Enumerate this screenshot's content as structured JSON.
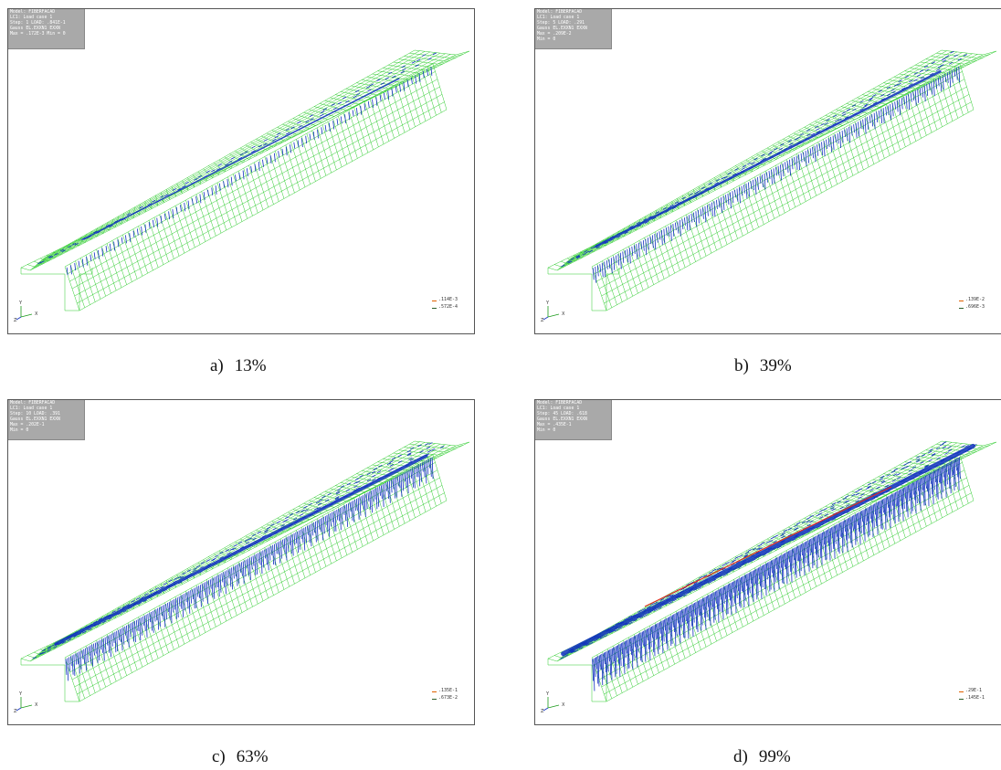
{
  "panels": [
    {
      "id": "a",
      "info_lines": [
        "Model: FIBERFACAD",
        "LC1: Load case 1",
        "Step: 1  LOAD: .841E-1",
        "Gauss EL.EXXN1 EXXN",
        "Max = .172E-3  Min = 0"
      ],
      "legend": [
        {
          "value": ".114E-3",
          "color": "#e06000"
        },
        {
          "value": ".572E-4",
          "color": "#2a5d2a"
        }
      ],
      "caption_letter": "a)",
      "caption_value": "13%",
      "crack_extent": 13
    },
    {
      "id": "b",
      "info_lines": [
        "Model: FIBERFACAD",
        "LC1: Load case 1",
        "Step: 5  LOAD: .291",
        "Gauss EL.EXXN1 EXXN",
        "Max = .209E-2",
        "Min = 0"
      ],
      "legend": [
        {
          "value": ".139E-2",
          "color": "#e06000"
        },
        {
          "value": ".696E-3",
          "color": "#2a5d2a"
        }
      ],
      "caption_letter": "b)",
      "caption_value": "39%",
      "crack_extent": 39
    },
    {
      "id": "c",
      "info_lines": [
        "Model: FIBERFACAD",
        "LC1: Load case 1",
        "Step: 10  LOAD: .391",
        "Gauss EL.EXXN1 EXXN",
        "Max = .202E-1",
        "Min = 0"
      ],
      "legend": [
        {
          "value": ".135E-1",
          "color": "#e06000"
        },
        {
          "value": ".673E-2",
          "color": "#2a5d2a"
        }
      ],
      "caption_letter": "c)",
      "caption_value": "63%",
      "crack_extent": 63
    },
    {
      "id": "d",
      "info_lines": [
        "Model: FIBERFACAD",
        "LC1: Load case 1",
        "Step: 45  LOAD: .618",
        "Gauss EL.EXXN1 EXXN",
        "Max = .435E-1",
        "Min = 0"
      ],
      "legend": [
        {
          "value": ".29E-1",
          "color": "#e06000"
        },
        {
          "value": ".145E-1",
          "color": "#2a5d2a"
        }
      ],
      "caption_letter": "d)",
      "caption_value": "99%",
      "crack_extent": 99
    }
  ],
  "axis_labels": {
    "y": "Y",
    "x": "X",
    "z": "Z"
  },
  "colors": {
    "mesh": "#2ecc2e",
    "crack": "#1030c0",
    "crack_high": "#e03020",
    "infobox": "#a9a9a9"
  }
}
